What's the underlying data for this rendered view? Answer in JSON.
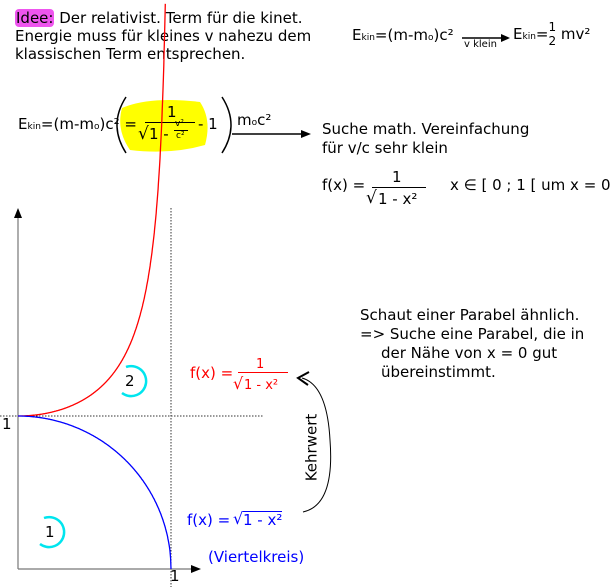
{
  "intro": {
    "highlight": "Idee:",
    "line1_rest": " Der relativist. Term für die kinet.",
    "line2": "Energie muss für kleines v nahezu dem",
    "line3": "klassischen Term entsprechen."
  },
  "top_formula": {
    "lhs": "E",
    "lhs_sub": "kin",
    "lhs_rest": "=(m-m",
    "lhs_sub0": "o",
    "lhs_end": ")c²",
    "arrow_label": "v klein",
    "rhs": "E",
    "rhs_sub": "kin",
    "rhs_eq": "=",
    "rhs_num": "1",
    "rhs_den": "2",
    "rhs_end": " mv²"
  },
  "main_formula": {
    "lhs": "E",
    "lhs_sub": "kin",
    "lhs_rest": "=(m-m",
    "lhs_sub0": "o",
    "lhs_end": ")c² =",
    "frac_num": "1",
    "sqrt_one": "1 -",
    "v2": "v²",
    "c2": "c²",
    "minus_one": "- 1",
    "tail": "m",
    "tail_sub": "o",
    "tail_end": "c²"
  },
  "search": {
    "line1": "Suche math. Vereinfachung",
    "line2": "für v/c sehr klein"
  },
  "fx_def": {
    "lhs": "f(x) =",
    "num": "1",
    "den": "1 - x²",
    "domain": "x ∈ [ 0 ; 1 [  um x = 0"
  },
  "note": {
    "line1": "Schaut einer Parabel ähnlich.",
    "line2": "=> Suche eine Parabel, die in",
    "line3": "der Nähe von x = 0 gut",
    "line4": "übereinstimmt."
  },
  "graph": {
    "red_label_lhs": "f(x) =",
    "red_label_num": "1",
    "red_label_den": "1 - x²",
    "blue_label_lhs": "f(x) =",
    "blue_label_sqrt": "1 - x²",
    "blue_note": "(Viertelkreis)",
    "reciprocal_label": "Kehrwert",
    "y_tick": "1",
    "x_tick": "1",
    "badge_1": "1",
    "badge_2": "2",
    "colors": {
      "red": "#ff0000",
      "blue": "#0000ff",
      "cyan": "#00e5ee",
      "highlight_yellow": "#ffff00",
      "highlight_magenta": "#ee55ee"
    }
  }
}
